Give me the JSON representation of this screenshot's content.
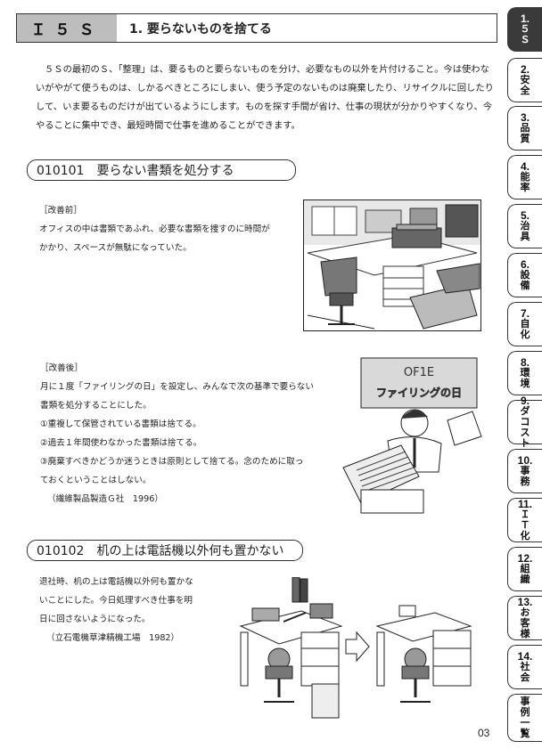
{
  "header": {
    "section_code": "Ｉ５Ｓ",
    "title": "1.  要らないものを捨てる"
  },
  "intro": "５Ｓの最初のＳ、「整理」は、要るものと要らないものを分け、必要なもの以外を片付けること。今は使わないがやがて使うものは、しかるべきところにしまい、使う予定のないものは廃棄したり、リサイクルに回したりして、いま要るものだけが出ているようにします。ものを探す手間が省け、仕事の現状が分かりやすくなり、今やることに集中でき、最短時間で仕事を進めることができます。",
  "sections": [
    {
      "heading": "010101　要らない書類を処分する",
      "before": {
        "label": "［改善前］",
        "lines": [
          "オフィスの中は書類であふれ、必要な書類を捜すのに時間が",
          "かかり、スペースが無駄になっていた。"
        ]
      },
      "after": {
        "label": "［改善後］",
        "lines": [
          "月に１度「ファイリングの日」を設定し、みんなで次の基準で要らない",
          "書類を処分することにした。",
          "①重複して保管されている書類は捨てる。",
          "②過去１年間使わなかった書類は捨てる。",
          "③廃棄すべきかどうか迷うときは原則として捨てる。念のために取っ",
          "ておくということはしない。",
          "（繊維製品製造Ｇ社　1996）"
        ],
        "illustration_sign": {
          "top": "OF1E",
          "bottom": "ファイリングの日"
        }
      }
    },
    {
      "heading": "010102　机の上は電話機以外何も置かない",
      "lines": [
        "退社時、机の上は電話機以外何も置かな",
        "いことにした。今日処理すべき仕事を明",
        "日に回さないようになった。",
        "（立石電機草津精機工場　1982）"
      ]
    }
  ],
  "tabs": [
    {
      "num": "1.",
      "chars": [
        "５",
        "Ｓ"
      ],
      "active": true
    },
    {
      "num": "2.",
      "chars": [
        "安",
        "全"
      ]
    },
    {
      "num": "3.",
      "chars": [
        "品",
        "質"
      ]
    },
    {
      "num": "4.",
      "chars": [
        "能",
        "率"
      ]
    },
    {
      "num": "5.",
      "chars": [
        "治",
        "具"
      ]
    },
    {
      "num": "6.",
      "chars": [
        "設",
        "備"
      ]
    },
    {
      "num": "7.",
      "chars": [
        "自",
        "化"
      ]
    },
    {
      "num": "8.",
      "chars": [
        "環",
        "境"
      ]
    },
    {
      "num": "9.",
      "chars": [
        "ダ",
        "コ",
        "ス",
        "ト"
      ]
    },
    {
      "num": "10.",
      "chars": [
        "事",
        "務"
      ]
    },
    {
      "num": "11.",
      "chars": [
        "Ｉ",
        "Ｔ",
        "化"
      ]
    },
    {
      "num": "12.",
      "chars": [
        "組",
        "織"
      ]
    },
    {
      "num": "13.",
      "chars": [
        "お",
        "客",
        "様"
      ]
    },
    {
      "num": "14.",
      "chars": [
        "社",
        "会"
      ]
    },
    {
      "num": "",
      "chars": [
        "事",
        "例",
        "一",
        "覧"
      ]
    }
  ],
  "page_number": "03"
}
